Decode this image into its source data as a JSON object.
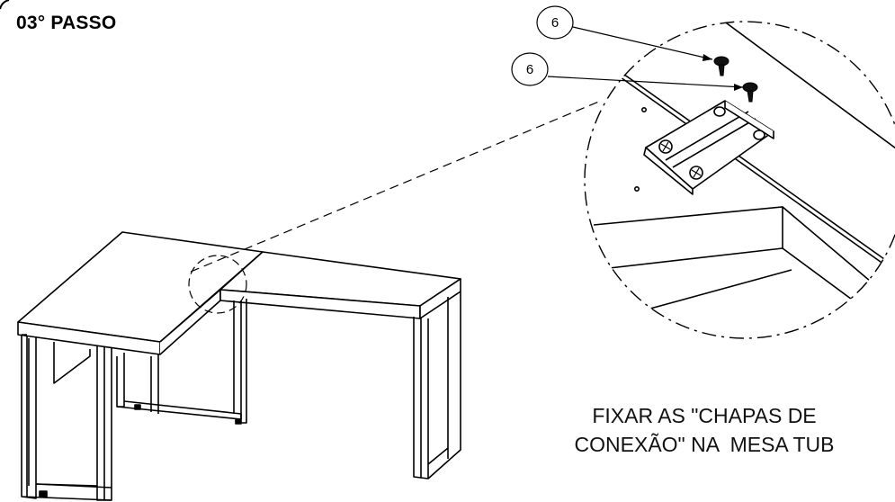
{
  "step": {
    "title": "03° PASSO"
  },
  "instruction": {
    "line1": "FIXAR AS \"CHAPAS DE",
    "line2": "CONEXÃO\" NA  MESA TUB"
  },
  "callouts": [
    {
      "label": "6",
      "part": "screw"
    },
    {
      "label": "6",
      "part": "screw"
    }
  ],
  "colors": {
    "line": "#000000",
    "background": "#ffffff"
  }
}
